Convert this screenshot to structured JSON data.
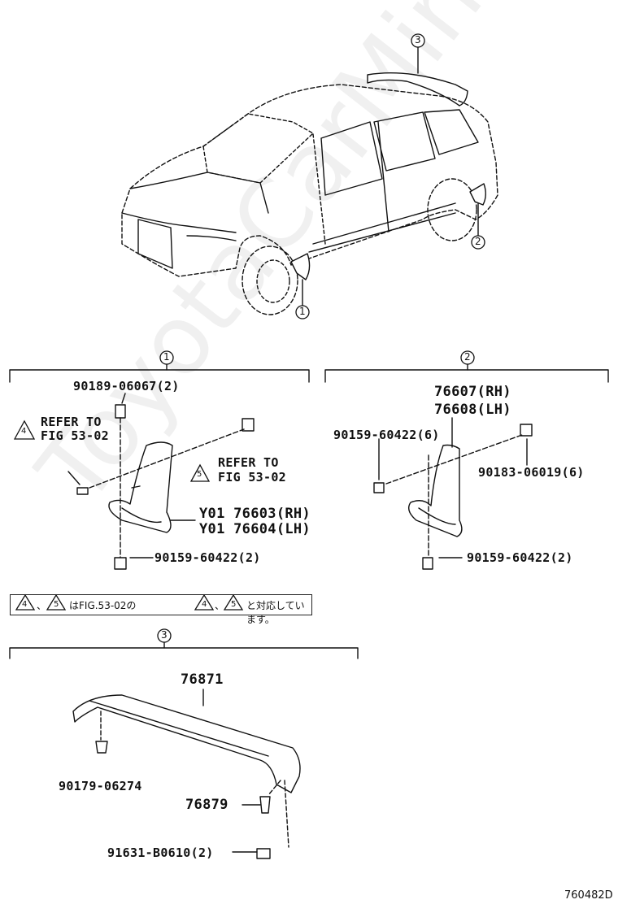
{
  "watermark": "ToyotaCarMine.ru",
  "callouts": {
    "c1": "1",
    "c2": "2",
    "c3": "3",
    "sec1": "1",
    "sec2": "2",
    "sec3": "3"
  },
  "sections": {
    "s1": {
      "bolt_top": "90189-06067(2)",
      "refer_a_tri": "4",
      "refer_a_line1": "REFER TO",
      "refer_a_line2": "FIG 53-02",
      "refer_b_tri": "5",
      "refer_b_line1": "REFER TO",
      "refer_b_line2": "FIG 53-02",
      "part_rh": "Y01 76603(RH)",
      "part_lh": "Y01 76604(LH)",
      "screw_bottom": "90159-60422(2)"
    },
    "s2": {
      "part_rh": "76607(RH)",
      "part_lh": "76608(LH)",
      "screw_left": "90159-60422(6)",
      "clip_right": "90183-06019(6)",
      "screw_bottom": "90159-60422(2)"
    },
    "note": {
      "tri_a": "4",
      "sep1": "、",
      "tri_b": "5",
      "text_mid": "はFIG.53-02の",
      "tri_c": "4",
      "sep2": "、",
      "tri_d": "5",
      "text_end": "と対応しています。"
    },
    "s3": {
      "spoiler": "76871",
      "nut": "90179-06274",
      "lamp": "76879",
      "screw": "91631-B0610(2)"
    }
  },
  "figure_code": "760482D"
}
